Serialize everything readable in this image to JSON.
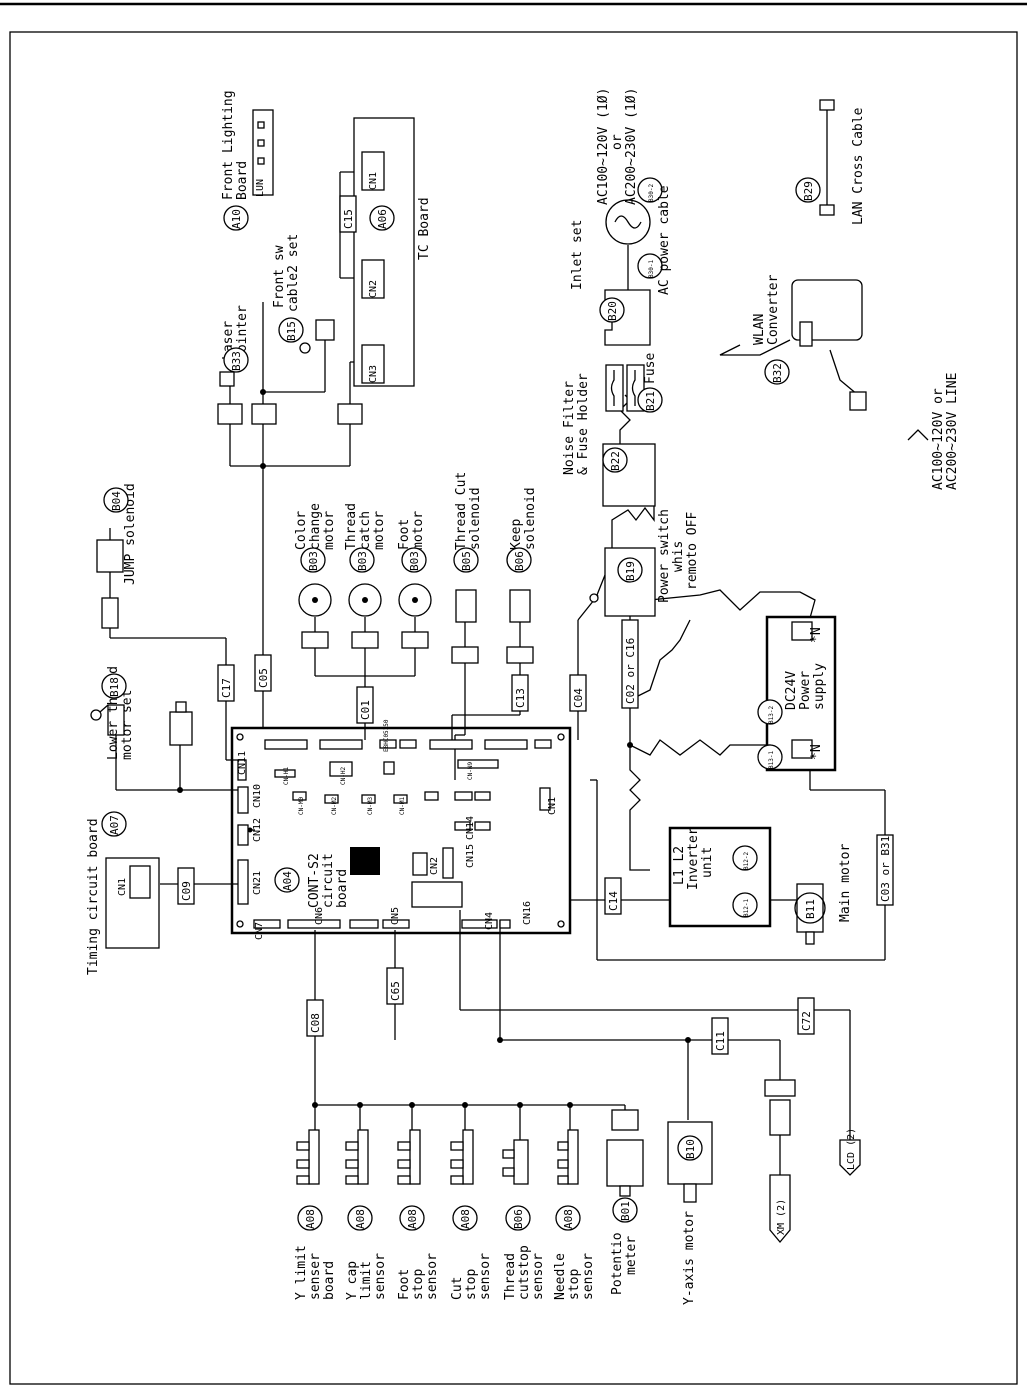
{
  "components": {
    "timing": {
      "code": "A07",
      "label1": "Timing circuit board",
      "cn": "CN1"
    },
    "main_board": {
      "code": "A04",
      "label1": "CONT-S2",
      "label2": "circuit",
      "label3": "board",
      "part": "E8HC05150"
    },
    "lower_thread": {
      "code": "B18",
      "label1": "Lower thread",
      "label2": "motor set"
    },
    "jump": {
      "code": "B04",
      "label1": "JUMP solenoid"
    },
    "laser": {
      "code": "B33",
      "label1": "Laser",
      "label2": "Pointer"
    },
    "front_sw": {
      "code": "B15",
      "label1": "Front sw",
      "label2": "cable2 set"
    },
    "front_light": {
      "code": "A10",
      "label1": "Front Lighting",
      "label2": "Board"
    },
    "tc_board": {
      "code": "A06",
      "label1": "TC Board",
      "cn1": "CN1",
      "cn2": "CN2",
      "cn3": "CN3"
    },
    "color_motor": {
      "code": "B03",
      "label1": "Color",
      "label2": "change",
      "label3": "motor"
    },
    "catch_motor": {
      "code": "B03",
      "label1": "Thread",
      "label2": "catch",
      "label3": "motor"
    },
    "foot_motor": {
      "code": "B03",
      "label1": "Foot",
      "label2": "motor"
    },
    "cut_sol": {
      "code": "B05",
      "label1": "Thread Cut",
      "label2": "solenoid"
    },
    "keep_sol": {
      "code": "B06",
      "label1": "Keep",
      "label2": "solenoid"
    },
    "power_switch": {
      "code": "B19",
      "label1": "Power switch",
      "label2": "whis",
      "label3": "remoto OFF"
    },
    "noise_filter": {
      "code": "B22",
      "label1": "Noise Filter",
      "label2": "& Fuse Holder"
    },
    "fuse": {
      "code": "B21",
      "label1": "Fuse"
    },
    "inlet": {
      "code": "B20",
      "label1": "Inlet set"
    },
    "ac_input": {
      "label1": "AC100~120V (1Ø)",
      "label2": "or",
      "label3": "AC200~230V (1Ø)"
    },
    "ac_cable": {
      "code1": "B30-1",
      "code2": "B30-2",
      "label1": "AC power cable"
    },
    "wlan": {
      "code": "B32",
      "label1": "WLAN",
      "label2": "Converter"
    },
    "lan_cable": {
      "code": "B29",
      "label1": "LAN Cross Cable"
    },
    "ac_line": {
      "label1": "AC100~120V or",
      "label2": "AC200~230V LINE"
    },
    "power_supply": {
      "code1": "B13-1",
      "code2": "B13-2",
      "label1": "DC24V",
      "label2": "Power",
      "label3": "supply",
      "mark": "*N",
      "mark2": "*N"
    },
    "inverter": {
      "code1": "B12-1",
      "code2": "B12-2",
      "label0": "L1 L2",
      "label1": "Inverter",
      "label2": "unit"
    },
    "main_motor": {
      "code": "B11",
      "label1": "Main motor"
    },
    "y_motor": {
      "code": "B10",
      "label1": "Y-axis motor"
    },
    "xm": {
      "label1": "XM (2)"
    },
    "lcd": {
      "label1": "LCD (2)"
    },
    "pot": {
      "code": "B01",
      "label1": "Potentio",
      "label2": "meter"
    }
  },
  "sensors": [
    {
      "code": "A08",
      "label1": "Y limit",
      "label2": "senser",
      "label3": "board"
    },
    {
      "code": "A08",
      "label1": "Y cap",
      "label2": "limit",
      "label3": "sensor"
    },
    {
      "code": "A08",
      "label1": "Foot",
      "label2": "stop",
      "label3": "sensor"
    },
    {
      "code": "A08",
      "label1": "Cut",
      "label2": "stop",
      "label3": "sensor"
    },
    {
      "code": "B06",
      "label1": "Thread",
      "label2": "cutstop",
      "label3": "sensor"
    },
    {
      "code": "A08",
      "label1": "Needle",
      "label2": "stop",
      "label3": "sensor"
    }
  ],
  "cables": {
    "c01": "C01",
    "c02": "C02 or C16",
    "c03": "C03 or B31",
    "c04": "C04",
    "c05": "C05",
    "c08": "C08",
    "c09": "C09",
    "c11": "C11",
    "c13": "C13",
    "c14": "C14",
    "c15": "C15",
    "c17": "C17",
    "c65": "C65",
    "c72": "C72"
  },
  "board_connectors": {
    "cn1": "CN1",
    "cn2": "CN2",
    "cn4": "CN4",
    "cn5": "CN5",
    "cn6": "CN6",
    "cn7": "CN7",
    "cn9": "CN-N9",
    "cn10": "CN10",
    "cn11": "CN11",
    "cn12": "CN12",
    "cn14": "CN14",
    "cn15": "CN15",
    "cn16": "CN16",
    "cn21": "CN21",
    "cnm0": "CN-M0",
    "cnm1": "CN-M1",
    "cnm2": "CN-M2",
    "cnm3": "CN-M3",
    "cnh1": "CN-H1",
    "cnh2": "CN-H2"
  }
}
